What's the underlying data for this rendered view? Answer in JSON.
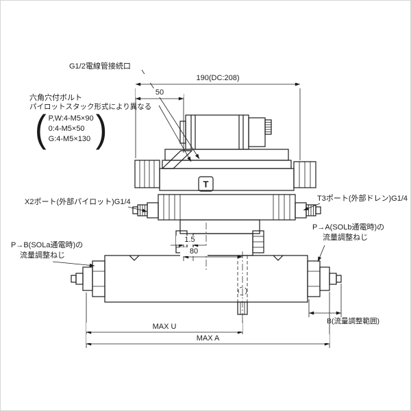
{
  "labels": {
    "conduit_port": "G1/2電線管接続口",
    "hex_bolt": "六角穴付ボルト",
    "hex_bolt_note": "パイロットスタック形式により異なる",
    "paren_open": "(",
    "paren_close": ")",
    "bolt_spec_pw": "P,W:4-M5×90",
    "bolt_spec_0": "0:4-M5×50",
    "bolt_spec_g": "G:4-M5×130",
    "x2_port": "X2ポート(外部パイロット)G1/4",
    "t3_port": "T3ポート(外部ドレン)G1/4",
    "pa_adjust": "P→A(SOLb通電時)の",
    "pa_adjust2": "流量調整ねじ",
    "pb_adjust": "P→B(SOLa通電時)の",
    "pb_adjust2": "流量調整ねじ",
    "b_range": "B(流量調整範囲)",
    "brand_mark": "T"
  },
  "dimensions": {
    "overall_width": "190(DC:208)",
    "pilot_offset": "50",
    "gasket": "1.5",
    "drain_offset": "80",
    "max_u": "MAX U",
    "max_a": "MAX A"
  },
  "colors": {
    "line": "#1a1a1a",
    "background": "#ffffff"
  }
}
